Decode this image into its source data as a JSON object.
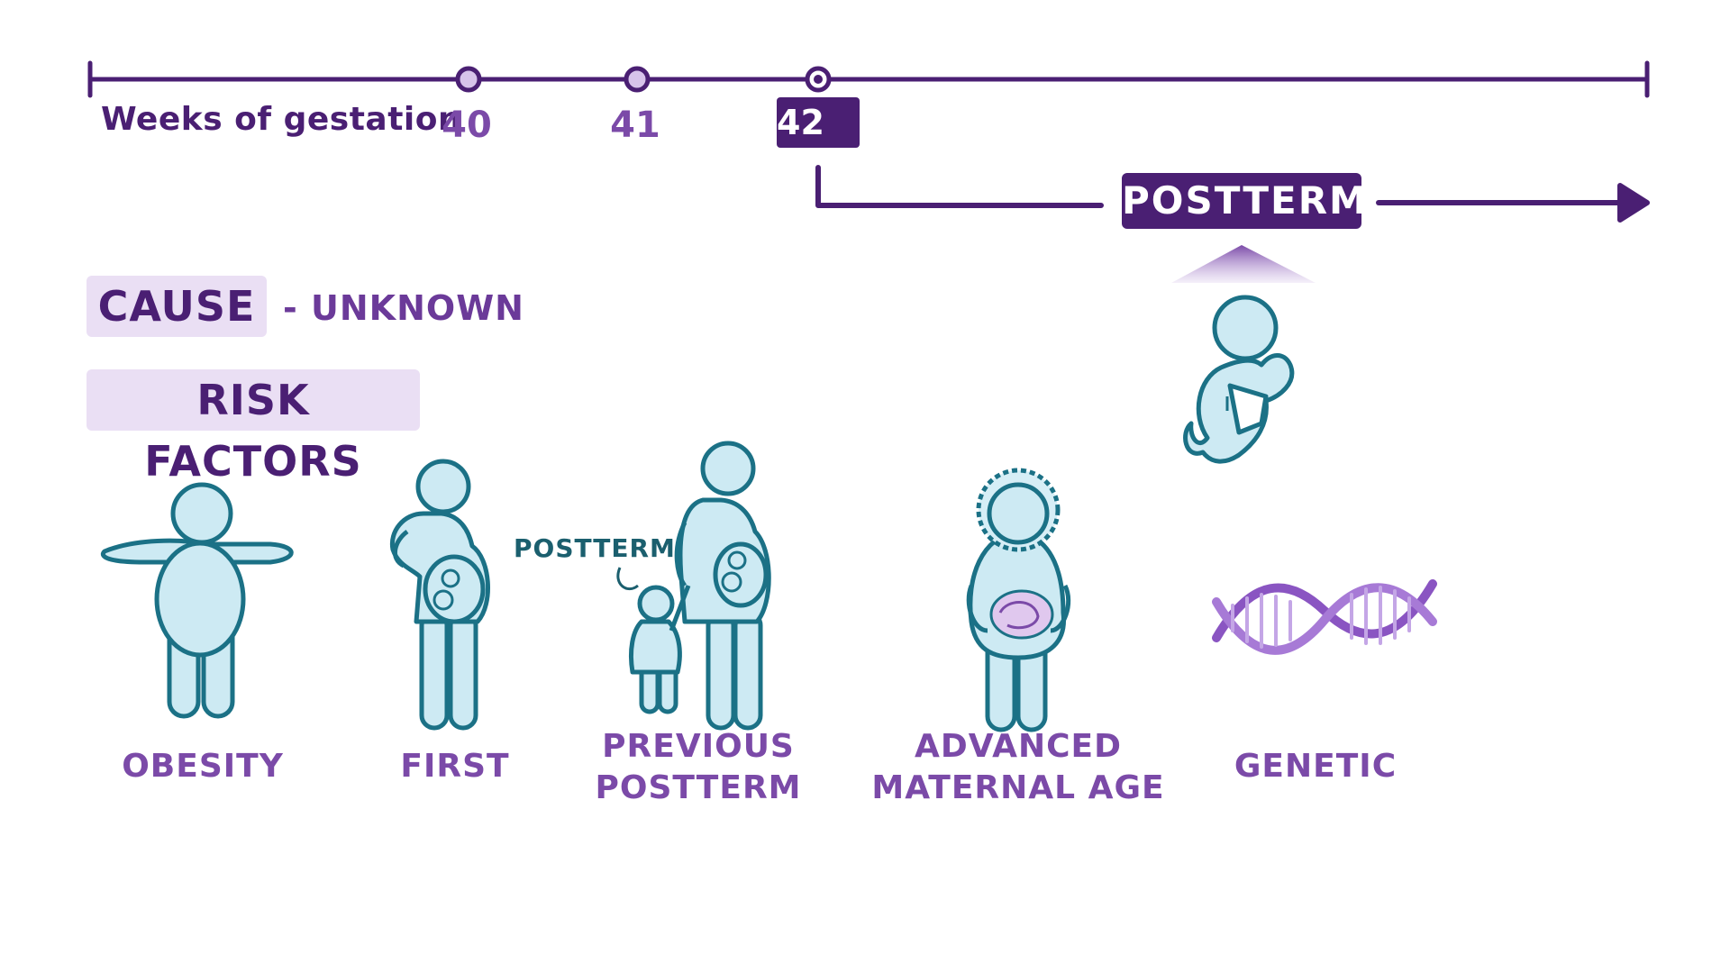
{
  "timeline": {
    "axis_label": "Weeks of gestation",
    "week_labels": [
      "40",
      "41",
      "42"
    ],
    "highlighted_week": "42",
    "postterm_label": "POSTTERM"
  },
  "cause": {
    "label": "CAUSE",
    "value": "- UNKNOWN"
  },
  "risk_factors": {
    "label": "RISK FACTORS",
    "previous_note": "POSTTERM",
    "items": [
      {
        "name": "OBESITY",
        "icon": "obese-person-icon"
      },
      {
        "name": "FIRST",
        "icon": "pregnant-woman-icon"
      },
      {
        "name": "PREVIOUS POSTTERM",
        "icon": "mother-and-child-icon"
      },
      {
        "name": "ADVANCED MATERNAL AGE",
        "icon": "older-pregnant-woman-icon"
      },
      {
        "name": "GENETIC",
        "icon": "dna-helix-icon"
      }
    ]
  },
  "colors": {
    "primary_purple": "#4a1f73",
    "accent_purple": "#7b4aa8",
    "pill_bg": "#eadff4",
    "figure_fill": "#cdeaf3",
    "figure_stroke": "#1b7186",
    "fetus_fill": "#e0c8ee",
    "dna_purple": "#8a55c2"
  }
}
